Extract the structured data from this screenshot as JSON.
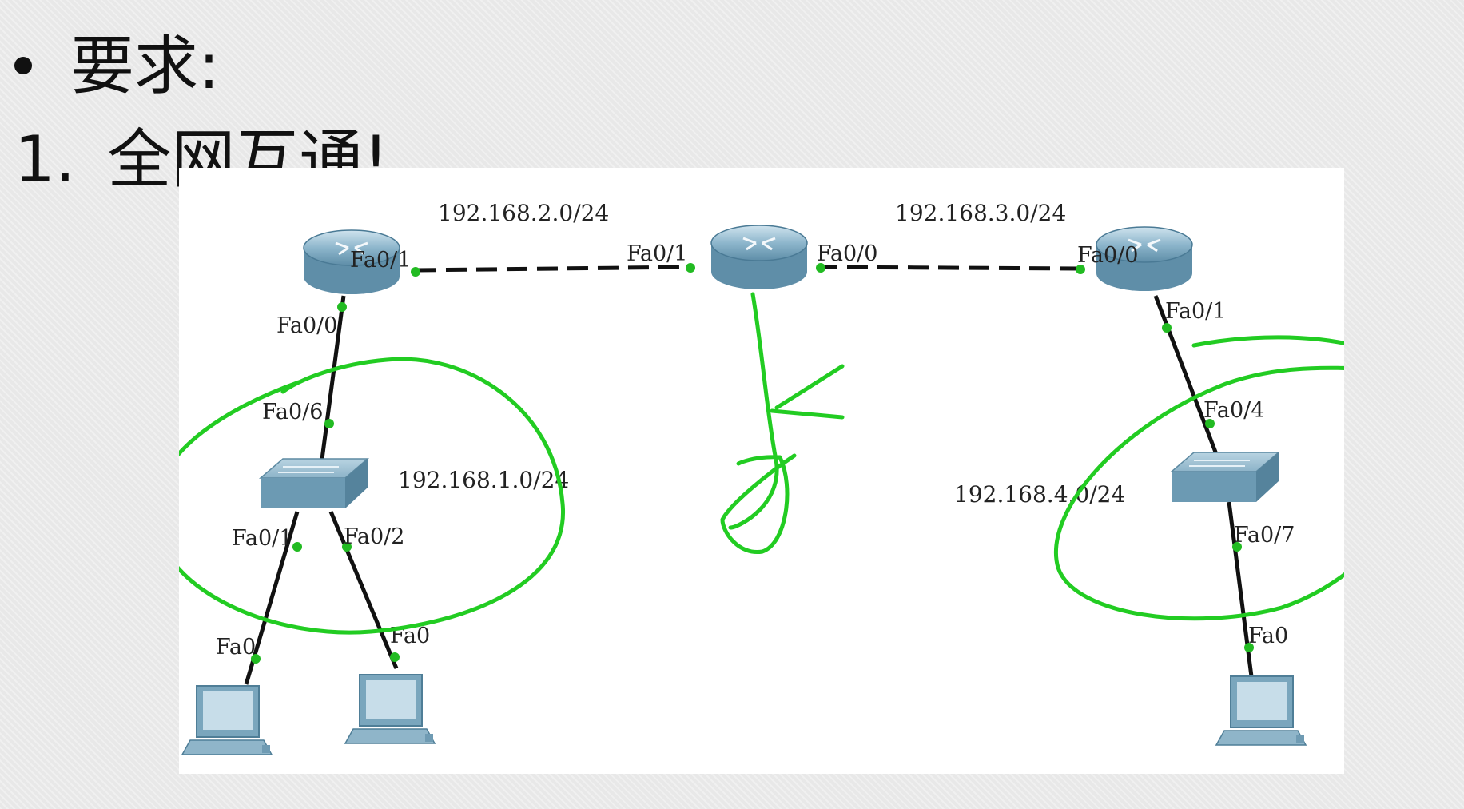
{
  "heading": {
    "title": "要求:",
    "item_number": "1.",
    "item_text": "全网互通!"
  },
  "diagram": {
    "networks": [
      "192.168.2.0/24",
      "192.168.3.0/24",
      "192.168.1.0/24",
      "192.168.4.0/24"
    ],
    "ports": {
      "r1_fa01": "Fa0/1",
      "r1_fa00": "Fa0/0",
      "r2_fa01": "Fa0/1",
      "r2_fa00": "Fa0/0",
      "r3_fa00": "Fa0/0",
      "r3_fa01": "Fa0/1",
      "sw1_fa06": "Fa0/6",
      "sw1_fa01": "Fa0/1",
      "sw1_fa02": "Fa0/2",
      "pc1_fa0": "Fa0",
      "pc2_fa0": "Fa0",
      "sw2_fa04": "Fa0/4",
      "sw2_fa07": "Fa0/7",
      "pc3_fa0": "Fa0"
    },
    "colors": {
      "annotation": "#22cc22",
      "port_dot": "#22bb22",
      "device": "#6fa3bd",
      "link": "#111111"
    }
  }
}
